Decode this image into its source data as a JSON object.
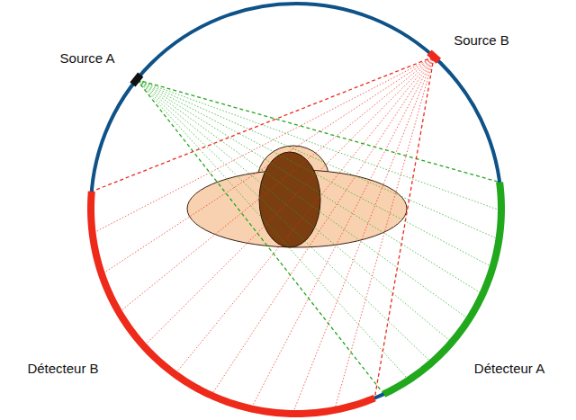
{
  "diagram": {
    "labels": [
      "Source A",
      "Source B",
      "Détecteur B",
      "Détecteur A"
    ]
  }
}
